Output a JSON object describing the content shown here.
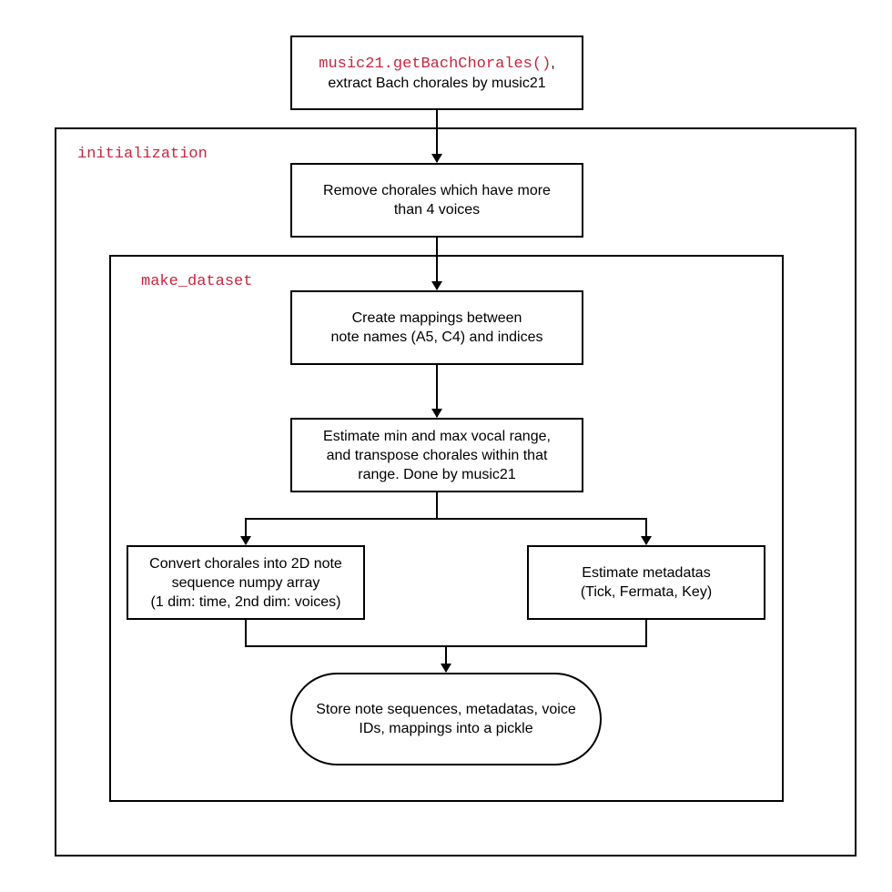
{
  "frames": {
    "initialization_label": "initialization",
    "make_dataset_label": "make_dataset"
  },
  "nodes": {
    "load": {
      "code": "music21.getBachChorales()",
      "code_suffix": ",",
      "text": "extract Bach chorales by music21"
    },
    "remove": {
      "line1": "Remove chorales which have more",
      "line2": "than 4 voices"
    },
    "mappings": {
      "line1": "Create mappings between",
      "line2": "note names (A5, C4) and indices"
    },
    "range": {
      "line1": "Estimate min and max vocal range,",
      "line2": "and transpose chorales within that",
      "line3": "range. Done by music21"
    },
    "convert": {
      "line1": "Convert chorales into 2D note",
      "line2": "sequence numpy array",
      "line3": "(1 dim: time, 2nd dim: voices)"
    },
    "metadata": {
      "line1": "Estimate metadatas",
      "line2": "(Tick, Fermata, Key)"
    },
    "store": {
      "line1": "Store note sequences, metadatas, voice",
      "line2": "IDs, mappings into a pickle"
    }
  },
  "colors": {
    "code": "#c7253e",
    "stroke": "#000000"
  }
}
